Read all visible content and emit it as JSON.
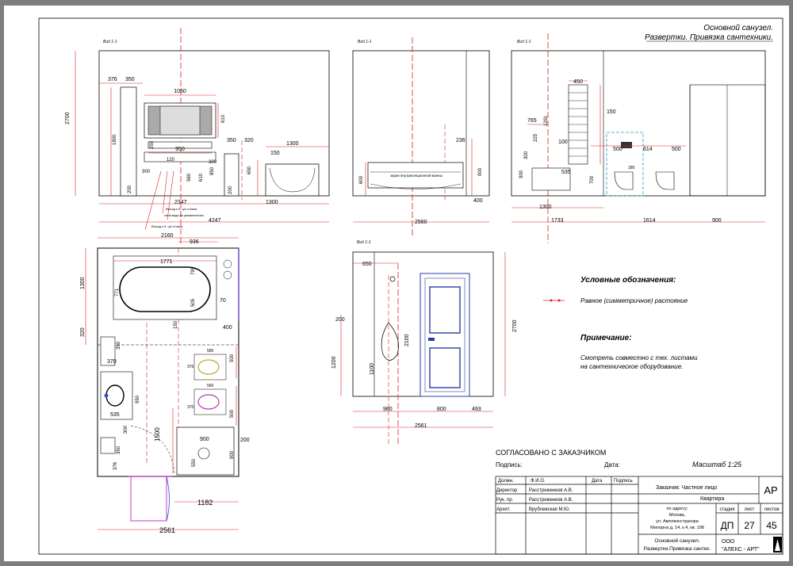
{
  "header": {
    "title_line1": "Основной санузел.",
    "title_line2": "Развертки. Привязка сантехники."
  },
  "views": {
    "view_label": "Вид 1-1"
  },
  "legend": {
    "title": "Условные обозначения:",
    "equal_distance": "Равное (симметричное) растояние",
    "note_title": "Примечание:",
    "note_line1": "Смотреть совместно с тех. листами",
    "note_line2": "на сантехническое оборудование."
  },
  "approval": {
    "agreed": "СОГЛАСОВАНО С ЗАКАЗЧИКОМ",
    "signature": "Подпись:",
    "date": "Дата:",
    "scale": "Масштаб  1:25"
  },
  "stamp": {
    "headers": [
      "Должн.",
      "Ф.И.О.",
      "Дата",
      "Подпись"
    ],
    "rows": [
      [
        "Директор",
        "Расстриженков А.В."
      ],
      [
        "Рук. пр.",
        "Расстриженков А.В."
      ],
      [
        "Архит.",
        "Врублевская М.Ю."
      ]
    ],
    "customer": "Заказчик:   Частное лицо",
    "object": "Квартира",
    "address_line1": "по адресу:",
    "address_line2": "Москва,",
    "address_line3": "ул. Амплконструкора",
    "address_line4": "Милорна д. 14, к.4, кв. 198",
    "sheet_title_line1": "Основной санузел.",
    "sheet_title_line2": "Развертки.Привязка сантех.",
    "code": "АР",
    "stage_label": "стадия",
    "sheet_label": "лист",
    "sheets_label": "листов",
    "stage": "ДП",
    "sheet": "27",
    "sheets": "45",
    "company_line1": "ООО",
    "company_line2": "\"АЛЕКС - АРТ\""
  },
  "dims": {
    "v1_2700": "2700",
    "v1_1050": "1050",
    "v1_610": "610",
    "v1_1800": "1800",
    "v1_376": "376",
    "v1_350": "350",
    "v1_950": "950",
    "v1_250": "250",
    "v1_120": "120",
    "v1_300": "300",
    "v1_300b": "300",
    "v1_200": "200",
    "v1_560": "560",
    "v1_610b": "610",
    "v1_850": "850",
    "v1_350b": "350",
    "v1_320": "320",
    "v1_650": "650",
    "v1_200b": "200",
    "v1_1300": "1300",
    "v1_150": "150",
    "v1_1300b": "1300",
    "v1_2347": "2347",
    "v1_4247": "4247",
    "v1_note1": "Выход к б. ц/х стояка",
    "v1_note2": "слив вода из умывальника",
    "v1_note3": "Выход к б. ц/х стояка",
    "v2_236": "236",
    "v2_900": "900",
    "v2_600": "600",
    "v2_400": "400",
    "v2_2560": "2560",
    "v2_bath": "экран внутрисекционной ванны",
    "v3_450": "450",
    "v3_150": "150",
    "v3_765": "765",
    "v3_1291": "1291",
    "v3_225": "225",
    "v3_300": "300",
    "v3_100": "100",
    "v3_535": "535",
    "v3_900": "900",
    "v3_700": "700",
    "v3_500": "500",
    "v3_614": "614",
    "v3_500b": "500",
    "v3_180": "180",
    "v3_1300": "1300",
    "v3_1733": "1733",
    "v3_1614": "1614",
    "v3_900b": "900",
    "p_2160": "2160",
    "p_936": "936",
    "p_1771": "1771",
    "p_1300": "1300",
    "p_771": "771",
    "p_795": "795",
    "p_505": "505",
    "p_70": "70",
    "p_150": "150",
    "p_400": "400",
    "p_320": "320",
    "p_585": "585",
    "p_500": "500",
    "p_350": "350",
    "p_370": "370",
    "p_560": "560",
    "p_376": "376",
    "p_500b": "500",
    "p_950": "950",
    "p_535": "535",
    "p_300": "300",
    "p_1500": "1500",
    "p_900": "900",
    "p_200": "200",
    "p_370b": "370",
    "p_900b": "900",
    "p_550": "550",
    "p_350b": "350",
    "p_376b": "376",
    "p_1182": "1182",
    "p_2561": "2561",
    "v4_650": "650",
    "v4_2700": "2700",
    "v4_200": "200",
    "v4_2100": "2100",
    "v4_1200": "1200",
    "v4_1100": "1100",
    "v4_980": "980",
    "v4_800": "800",
    "v4_493": "493",
    "v4_2561": "2561"
  }
}
